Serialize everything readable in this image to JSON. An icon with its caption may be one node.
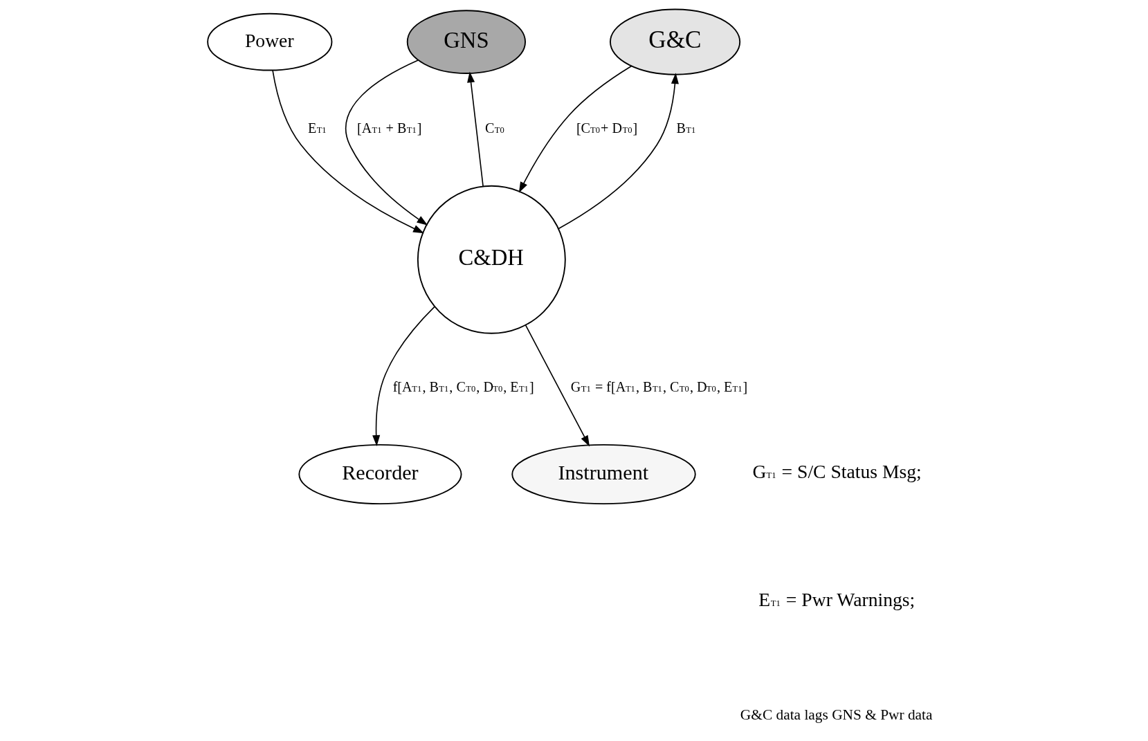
{
  "diagram": {
    "nodes": [
      {
        "text": [
          "Power"
        ]
      },
      {
        "text": [
          "GNS"
        ]
      },
      {
        "text": [
          "G&C"
        ]
      },
      {
        "text": [
          "C&DH"
        ]
      },
      {
        "text": [
          "Recorder"
        ]
      },
      {
        "text": [
          "Instrument"
        ]
      }
    ],
    "edges": [
      {
        "from": 0,
        "to": 3,
        "arrow": "to",
        "label": "E$_{T1}$"
      },
      {
        "from": 1,
        "to": 3,
        "arrow": "to",
        "label": "[A$_{T1}$ + B$_{T1}$]"
      },
      {
        "from": 3,
        "to": 2,
        "arrow": "to",
        "label": "B$_{T1}$"
      },
      {
        "from": 2,
        "to": 3,
        "arrow": "to",
        "label": "[C$_{T0}$+ D$_{T0}$]"
      },
      {
        "from": 3,
        "to": 1,
        "arrow": "to",
        "label": "C$_{T0}$"
      },
      {
        "from": 3,
        "to": 4,
        "arrow": "to",
        "label": "f[A$_{T1}$, B$_{T1}$, C$_{T0}$, D$_{T0}$, E$_{T1}$]"
      },
      {
        "from": 3,
        "to": 5,
        "arrow": "to",
        "label": "G$_{T1}$ = f[A$_{T1}$, B$_{T1}$, C$_{T0}$, D$_{T0}$, E$_{T1}$]"
      }
    ],
    "labels": [
      "G$_{T1}$ = S/C Status Msg;",
      "E$_{T1}$ = Pwr Warnings;",
      "G&C data lags GNS & Pwr data"
    ]
  }
}
